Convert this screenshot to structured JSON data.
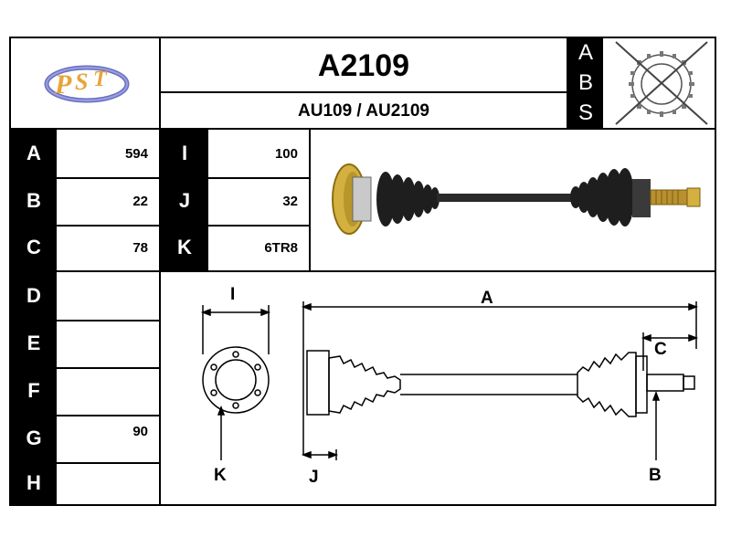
{
  "header": {
    "part_number": "A2109",
    "cross_reference": "AU109 / AU2109",
    "abs_letters": [
      "A",
      "B",
      "S"
    ],
    "logo_icon": "pst-logo",
    "abs_icon": "abs-ring-crossed-icon"
  },
  "specs_top": [
    {
      "label": "A",
      "value": "594"
    },
    {
      "label": "B",
      "value": "22"
    },
    {
      "label": "C",
      "value": "78"
    }
  ],
  "specs_mid": [
    {
      "label": "I",
      "value": "100"
    },
    {
      "label": "J",
      "value": "32"
    },
    {
      "label": "K",
      "value": "6TR8"
    }
  ],
  "specs_bottom": [
    {
      "label": "D",
      "value": ""
    },
    {
      "label": "E",
      "value": ""
    },
    {
      "label": "F",
      "value": ""
    },
    {
      "label": "G",
      "value": "90"
    },
    {
      "label": "H",
      "value": ""
    }
  ],
  "diagram": {
    "labels": {
      "i": "I",
      "a": "A",
      "c": "C",
      "k": "K",
      "j": "J",
      "b": "B"
    }
  },
  "colors": {
    "label_bg": "#000000",
    "label_text": "#ffffff",
    "border": "#000000",
    "shaft_photo": "#2a2a2a",
    "flange_gold": "#d4b040"
  }
}
